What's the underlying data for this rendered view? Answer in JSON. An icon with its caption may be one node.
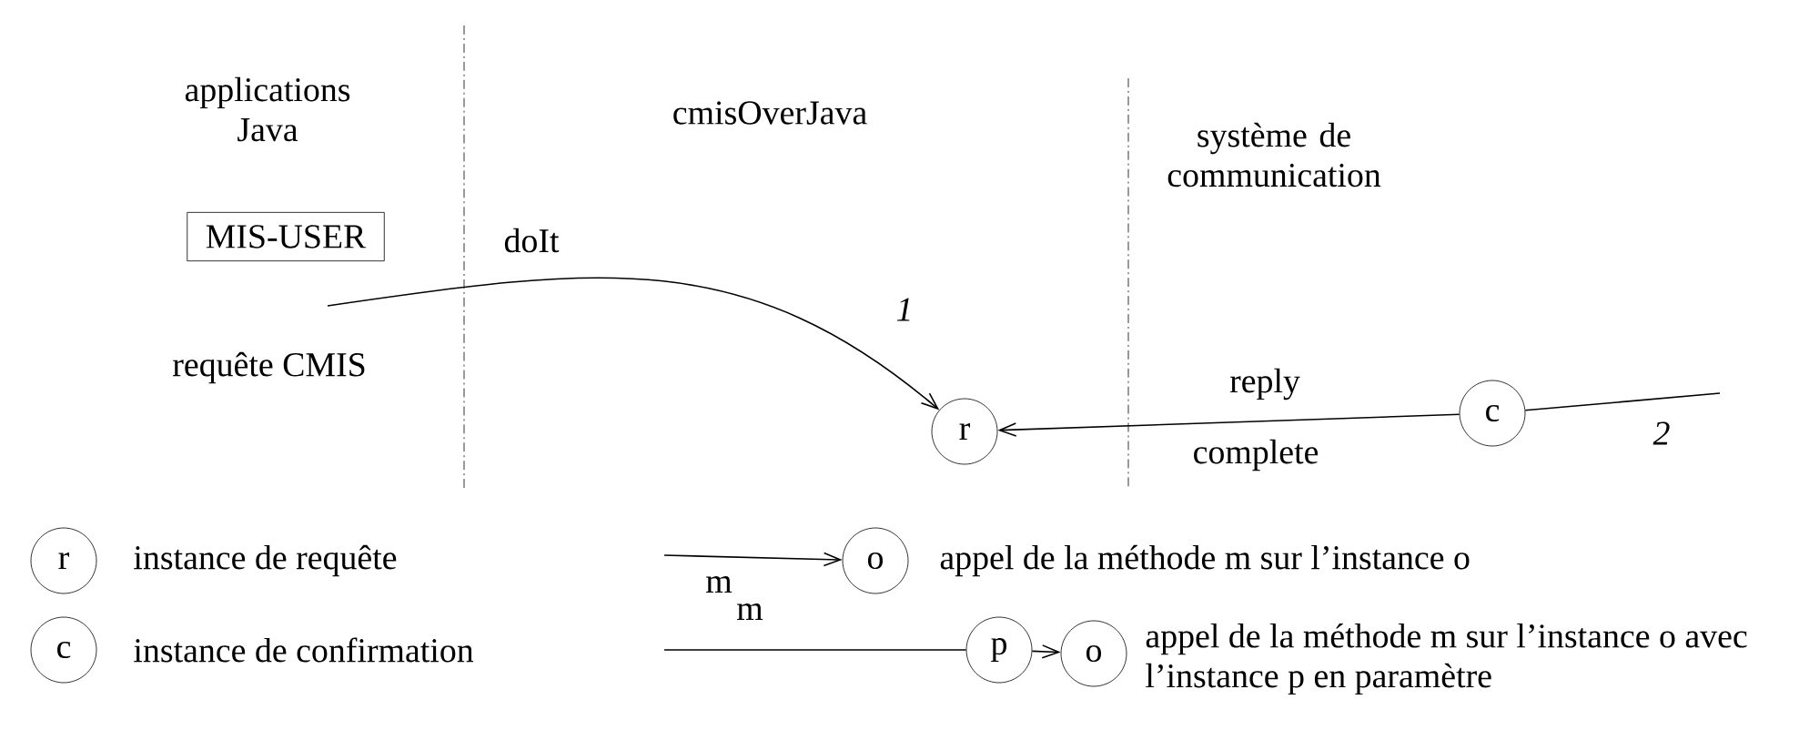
{
  "diagram": {
    "nodes": [
      {
        "text": [
          "MIS-USER"
        ]
      },
      {
        "text": [
          "r"
        ]
      },
      {
        "text": [
          "c"
        ]
      },
      {
        "text": [
          "r"
        ],
        "beside": [
          "instance de requête"
        ]
      },
      {
        "text": [
          "c"
        ],
        "beside": [
          "instance de confirmation"
        ]
      },
      {
        "text": [
          "o"
        ],
        "beside": [
          "appel de la méthode m sur l’instance o"
        ]
      },
      {
        "text": [
          "p"
        ]
      },
      {
        "text": [
          "o"
        ],
        "beside": [
          "appel de la méthode m sur l’instance o avec l’instance p en paramètre"
        ]
      }
    ],
    "edges": [
      {
        "from": null,
        "to": 1,
        "arrow": "to",
        "label": "doIt"
      },
      {
        "from": null,
        "to": 2,
        "arrow": "none",
        "label": "2"
      },
      {
        "from": 2,
        "to": 1,
        "arrow": "to",
        "label": "reply"
      },
      {
        "from": null,
        "to": 5,
        "arrow": "to",
        "label": "m"
      },
      {
        "from": null,
        "to": 6,
        "arrow": "none",
        "label": "m"
      },
      {
        "from": 6,
        "to": 7,
        "arrow": "to"
      }
    ],
    "labels": [
      "applications Java",
      "cmisOverJava",
      "système de communication",
      "requête CMIS",
      "1",
      "complete"
    ]
  }
}
